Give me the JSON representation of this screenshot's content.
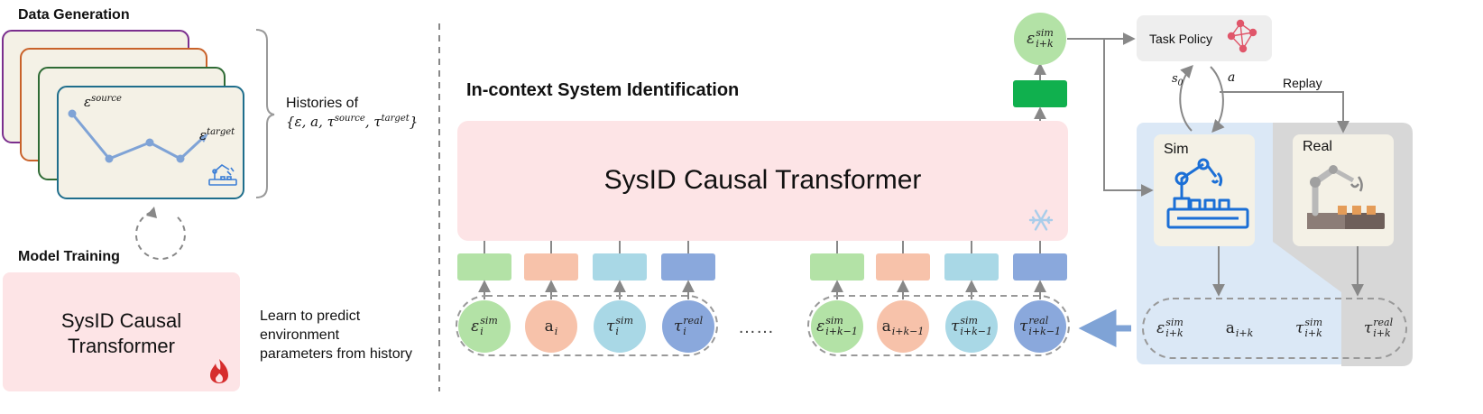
{
  "left_panel": {
    "data_generation_title": "Data Generation",
    "model_training_title": "Model Training",
    "card_source_label": "ε",
    "card_source_sup": "source",
    "card_target_label": "ε",
    "card_target_sup": "target",
    "histories_line1": "Histories of",
    "histories_line2": "{ε, a, τ",
    "histories_sup1": "source",
    "histories_mid": ", τ",
    "histories_sup2": "target",
    "histories_end": "}",
    "model_box_line1": "SysID Causal",
    "model_box_line2": "Transformer",
    "learn_line1": "Learn to predict",
    "learn_line2": "environment",
    "learn_line3": "parameters from history"
  },
  "main": {
    "section_title": "In-context System Identification",
    "transformer_label": "SysID Causal Transformer",
    "ellipsis": "……",
    "output_token": {
      "base": "ε",
      "sup": "sim",
      "sub": "i+k"
    },
    "tokens": [
      {
        "base": "ε",
        "sup": "sim",
        "sub": "i",
        "color": "#b3e2a6"
      },
      {
        "base": "a",
        "sup": "",
        "sub": "i",
        "color": "#f7c2aa"
      },
      {
        "base": "τ",
        "sup": "sim",
        "sub": "i",
        "color": "#a9d8e6"
      },
      {
        "base": "τ",
        "sup": "real",
        "sub": "i",
        "color": "#8aa8dc"
      },
      {
        "base": "ε",
        "sup": "sim",
        "sub": "i+k−1",
        "color": "#b3e2a6"
      },
      {
        "base": "a",
        "sup": "",
        "sub": "i+k−1",
        "color": "#f7c2aa"
      },
      {
        "base": "τ",
        "sup": "sim",
        "sub": "i+k−1",
        "color": "#a9d8e6"
      },
      {
        "base": "τ",
        "sup": "real",
        "sub": "i+k−1",
        "color": "#8aa8dc"
      }
    ]
  },
  "right_panel": {
    "task_policy_label": "Task Policy",
    "s0_label": "s",
    "s0_sub": "0",
    "a_label": "a",
    "replay_label": "Replay",
    "sim_label": "Sim",
    "real_label": "Real",
    "tokens": [
      {
        "base": "ε",
        "sup": "sim",
        "sub": "i+k",
        "color": "#b3e2a6"
      },
      {
        "base": "a",
        "sup": "",
        "sub": "i+k",
        "color": "#f7c2aa"
      },
      {
        "base": "τ",
        "sup": "sim",
        "sub": "i+k",
        "color": "#a9d8e6"
      },
      {
        "base": "τ",
        "sup": "real",
        "sub": "i+k",
        "color": "#8aa8dc"
      }
    ]
  },
  "colors": {
    "transformer_fill": "#fde4e6",
    "card_fill": "#f4f1e6",
    "sim_bg": "#dbe8f6",
    "real_bg": "#d7d7d7",
    "arrow": "#888888",
    "dark_green": "#10b04e"
  }
}
